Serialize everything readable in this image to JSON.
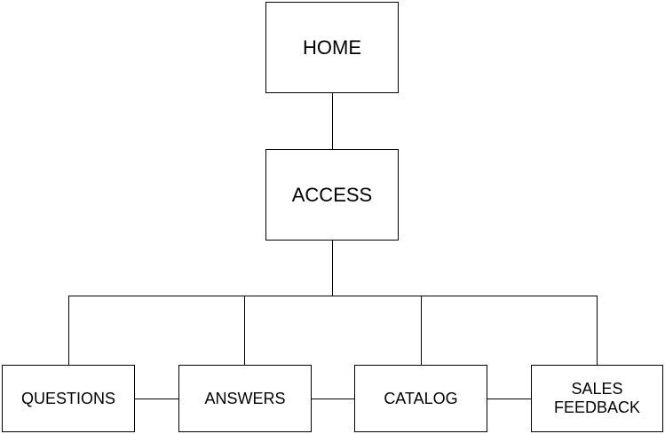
{
  "nodes": {
    "home": "HOME",
    "access": "ACCESS",
    "questions": "QUESTIONS",
    "answers": "ANSWERS",
    "catalog": "CATALOG",
    "sales_feedback_line1": "SALES",
    "sales_feedback_line2": "FEEDBACK"
  }
}
